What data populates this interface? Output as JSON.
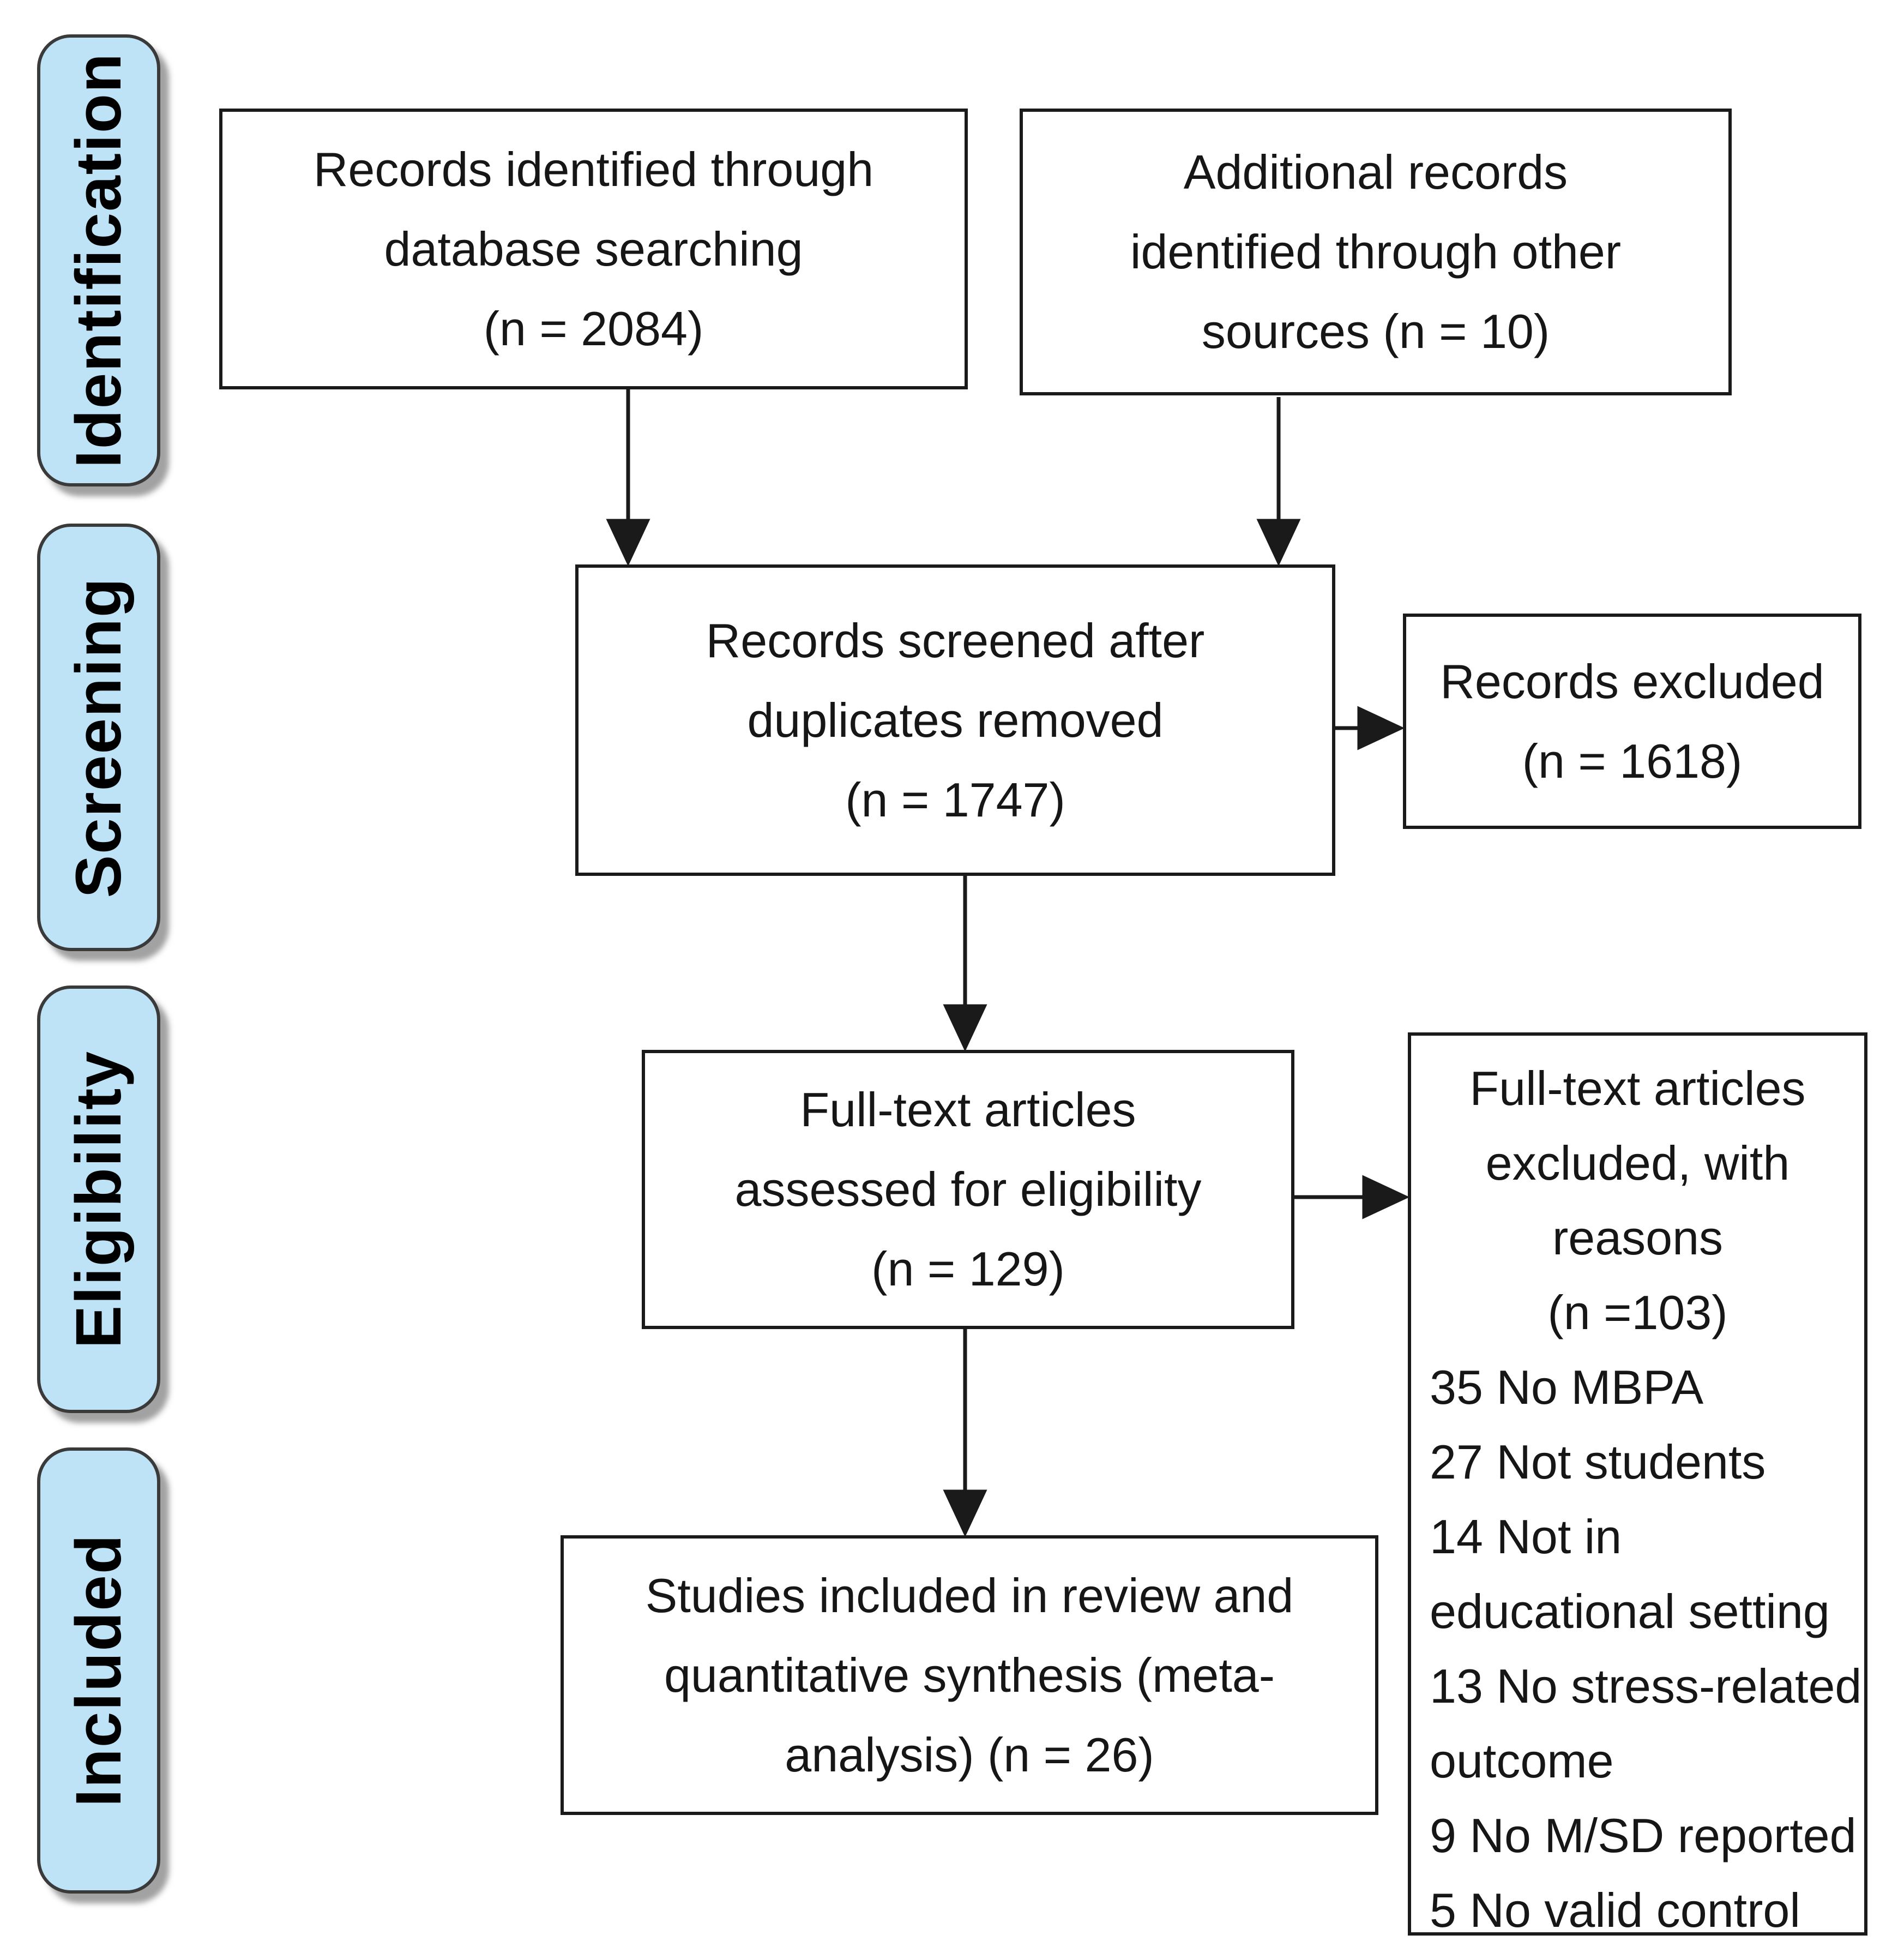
{
  "diagram": {
    "stages": [
      {
        "label": "Identification"
      },
      {
        "label": "Screening"
      },
      {
        "label": "Eligibility"
      },
      {
        "label": "Included"
      }
    ],
    "flow": {
      "database_records": {
        "lines": [
          "Records identified through",
          "database searching",
          "(n = 2084)"
        ]
      },
      "additional_records": {
        "lines": [
          "Additional records",
          "identified through other",
          "sources (n = 10)"
        ]
      },
      "records_screened": {
        "lines": [
          "Records screened after",
          "duplicates removed",
          "(n = 1747)"
        ]
      },
      "records_excluded": {
        "lines": [
          "Records excluded",
          "(n = 1618)"
        ]
      },
      "fulltext_assessed": {
        "lines": [
          "Full-text articles",
          "assessed for eligibility",
          "(n = 129)"
        ]
      },
      "fulltext_excluded": {
        "header_lines": [
          "Full-text articles",
          "excluded, with",
          "reasons",
          "(n =103)"
        ],
        "reason_lines": [
          "35 No MBPA",
          "27 Not students",
          "14 Not in",
          "educational setting",
          "13 No stress-related",
          "outcome",
          "9 No M/SD reported",
          "5 No valid control"
        ]
      },
      "studies_included": {
        "lines": [
          "Studies included in review and",
          "quantitative synthesis (meta-",
          "analysis) (n = 26)"
        ]
      }
    },
    "colors": {
      "stage_fill": "#bee3f7",
      "stage_border": "#3a3a3a",
      "box_border": "#1a1a1a",
      "arrow": "#1a1a1a",
      "background": "#ffffff"
    }
  }
}
